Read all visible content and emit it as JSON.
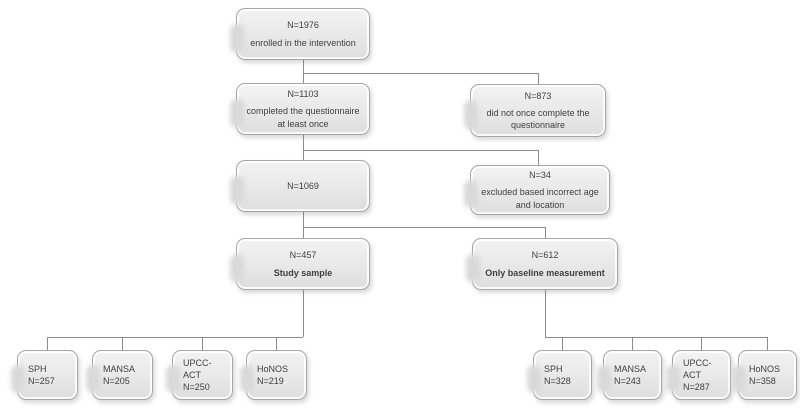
{
  "colors": {
    "background": "#ffffff",
    "node_fill": "#e8e8e8",
    "node_border": "#a6a6a6",
    "connector": "#8c8c8c",
    "text": "#404040"
  },
  "nodes": {
    "enrolled": {
      "n": "N=1976",
      "label": "enrolled in the intervention"
    },
    "completed": {
      "n": "N=1103",
      "label": "completed the questionnaire at least once"
    },
    "not_completed": {
      "n": "N=873",
      "label": "did not once complete the questionnaire"
    },
    "after_exclusion": {
      "n": "N=1069"
    },
    "excluded": {
      "n": "N=34",
      "label": "excluded based incorrect age and location"
    },
    "study_sample": {
      "n": "N=457",
      "label": "Study sample"
    },
    "baseline_only": {
      "n": "N=612",
      "label": "Only baseline measurement"
    }
  },
  "study_sample_measures": [
    {
      "name": "SPH",
      "n": "N=257"
    },
    {
      "name": "MANSA",
      "n": "N=205"
    },
    {
      "name": "UPCC-ACT",
      "n": "N=250"
    },
    {
      "name": "HoNOS",
      "n": "N=219"
    }
  ],
  "baseline_only_measures": [
    {
      "name": "SPH",
      "n": "N=328"
    },
    {
      "name": "MANSA",
      "n": "N=243"
    },
    {
      "name": "UPCC-ACT",
      "n": "N=287"
    },
    {
      "name": "HoNOS",
      "n": "N=358"
    }
  ]
}
